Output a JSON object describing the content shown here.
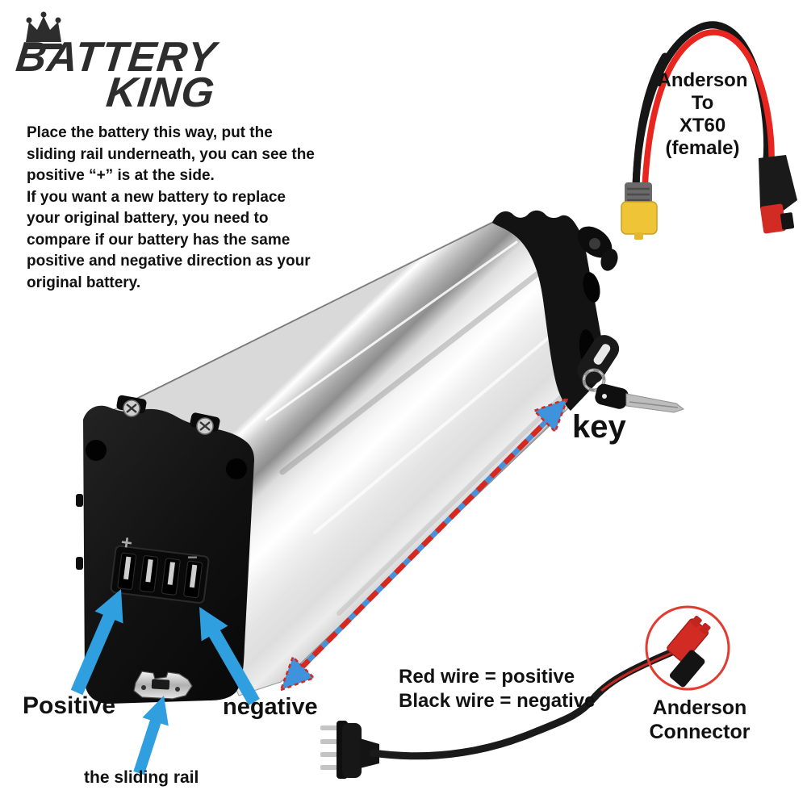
{
  "logo": {
    "line1": "BATTERY",
    "line2": "KING"
  },
  "intro": {
    "text": "Place the battery this way, put the\nsliding rail underneath, you can see the\npositive “+” is at the side.\nIf you want a new battery to replace\nyour original battery, you need to\ncompare if our battery has the same\npositive and negative direction as your\noriginal battery."
  },
  "adapter_cable": {
    "label": "Anderson\nTo\nXT60\n(female)"
  },
  "battery": {
    "key_label": "key",
    "positive_label": "Positive",
    "negative_label": "negative",
    "sliding_rail_label": "the sliding rail",
    "plus_mark": "+",
    "minus_mark": "−"
  },
  "wiring": {
    "note": "Red wire = positive\nBlack wire = negative",
    "connector_label": "Anderson\nConnector"
  },
  "colors": {
    "callout_blue": "#2f9fe0",
    "measure_red": "#d6281e",
    "highlight_circle_red": "#e23b30",
    "wire_red": "#e8251f",
    "xt60_yellow": "#f0c437"
  }
}
